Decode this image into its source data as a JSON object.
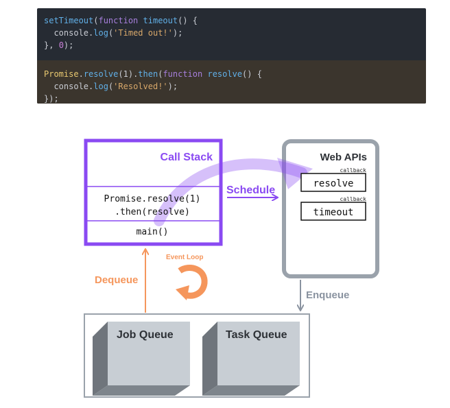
{
  "code": {
    "block1": [
      [
        [
          "fn",
          "setTimeout"
        ],
        [
          "plain",
          "("
        ],
        [
          "kw",
          "function"
        ],
        [
          "plain",
          " "
        ],
        [
          "fn",
          "timeout"
        ],
        [
          "plain",
          "() {"
        ]
      ],
      [
        [
          "plain",
          "  console."
        ],
        [
          "fn",
          "log"
        ],
        [
          "plain",
          "("
        ],
        [
          "str",
          "'Timed out!'"
        ],
        [
          "plain",
          ");"
        ]
      ],
      [
        [
          "plain",
          "}, "
        ],
        [
          "num",
          "0"
        ],
        [
          "plain",
          ");"
        ]
      ]
    ],
    "block2": [
      [
        [
          "promise",
          "Promise"
        ],
        [
          "plain",
          "."
        ],
        [
          "fn",
          "resolve"
        ],
        [
          "plain",
          "(1)."
        ],
        [
          "fn",
          "then"
        ],
        [
          "plain",
          "("
        ],
        [
          "kw",
          "function"
        ],
        [
          "plain",
          " "
        ],
        [
          "fn",
          "resolve"
        ],
        [
          "plain",
          "() {"
        ]
      ],
      [
        [
          "plain",
          "  console."
        ],
        [
          "fn",
          "log"
        ],
        [
          "plain",
          "("
        ],
        [
          "str",
          "'Resolved!'"
        ],
        [
          "plain",
          ");"
        ]
      ],
      [
        [
          "plain",
          "});"
        ]
      ]
    ]
  },
  "diagram": {
    "call_stack": {
      "title": "Call Stack",
      "frame_line1": "Promise.resolve(1)",
      "frame_line2": ".then(resolve)",
      "frame_main": "main()"
    },
    "web_apis": {
      "title": "Web APIs",
      "item1_caption": "callback",
      "item1_label": "resolve",
      "item2_caption": "callback",
      "item2_label": "timeout"
    },
    "schedule_label": "Schedule",
    "enqueue_label": "Enqueue",
    "dequeue_label": "Dequeue",
    "event_loop_label": "Event Loop",
    "job_queue_label": "Job Queue",
    "task_queue_label": "Task Queue"
  },
  "colors": {
    "call_stack": "#8a4af2",
    "web_apis_border": "#9aa2ab",
    "orange": "#f5965c",
    "gray_text": "#8a93a0"
  }
}
